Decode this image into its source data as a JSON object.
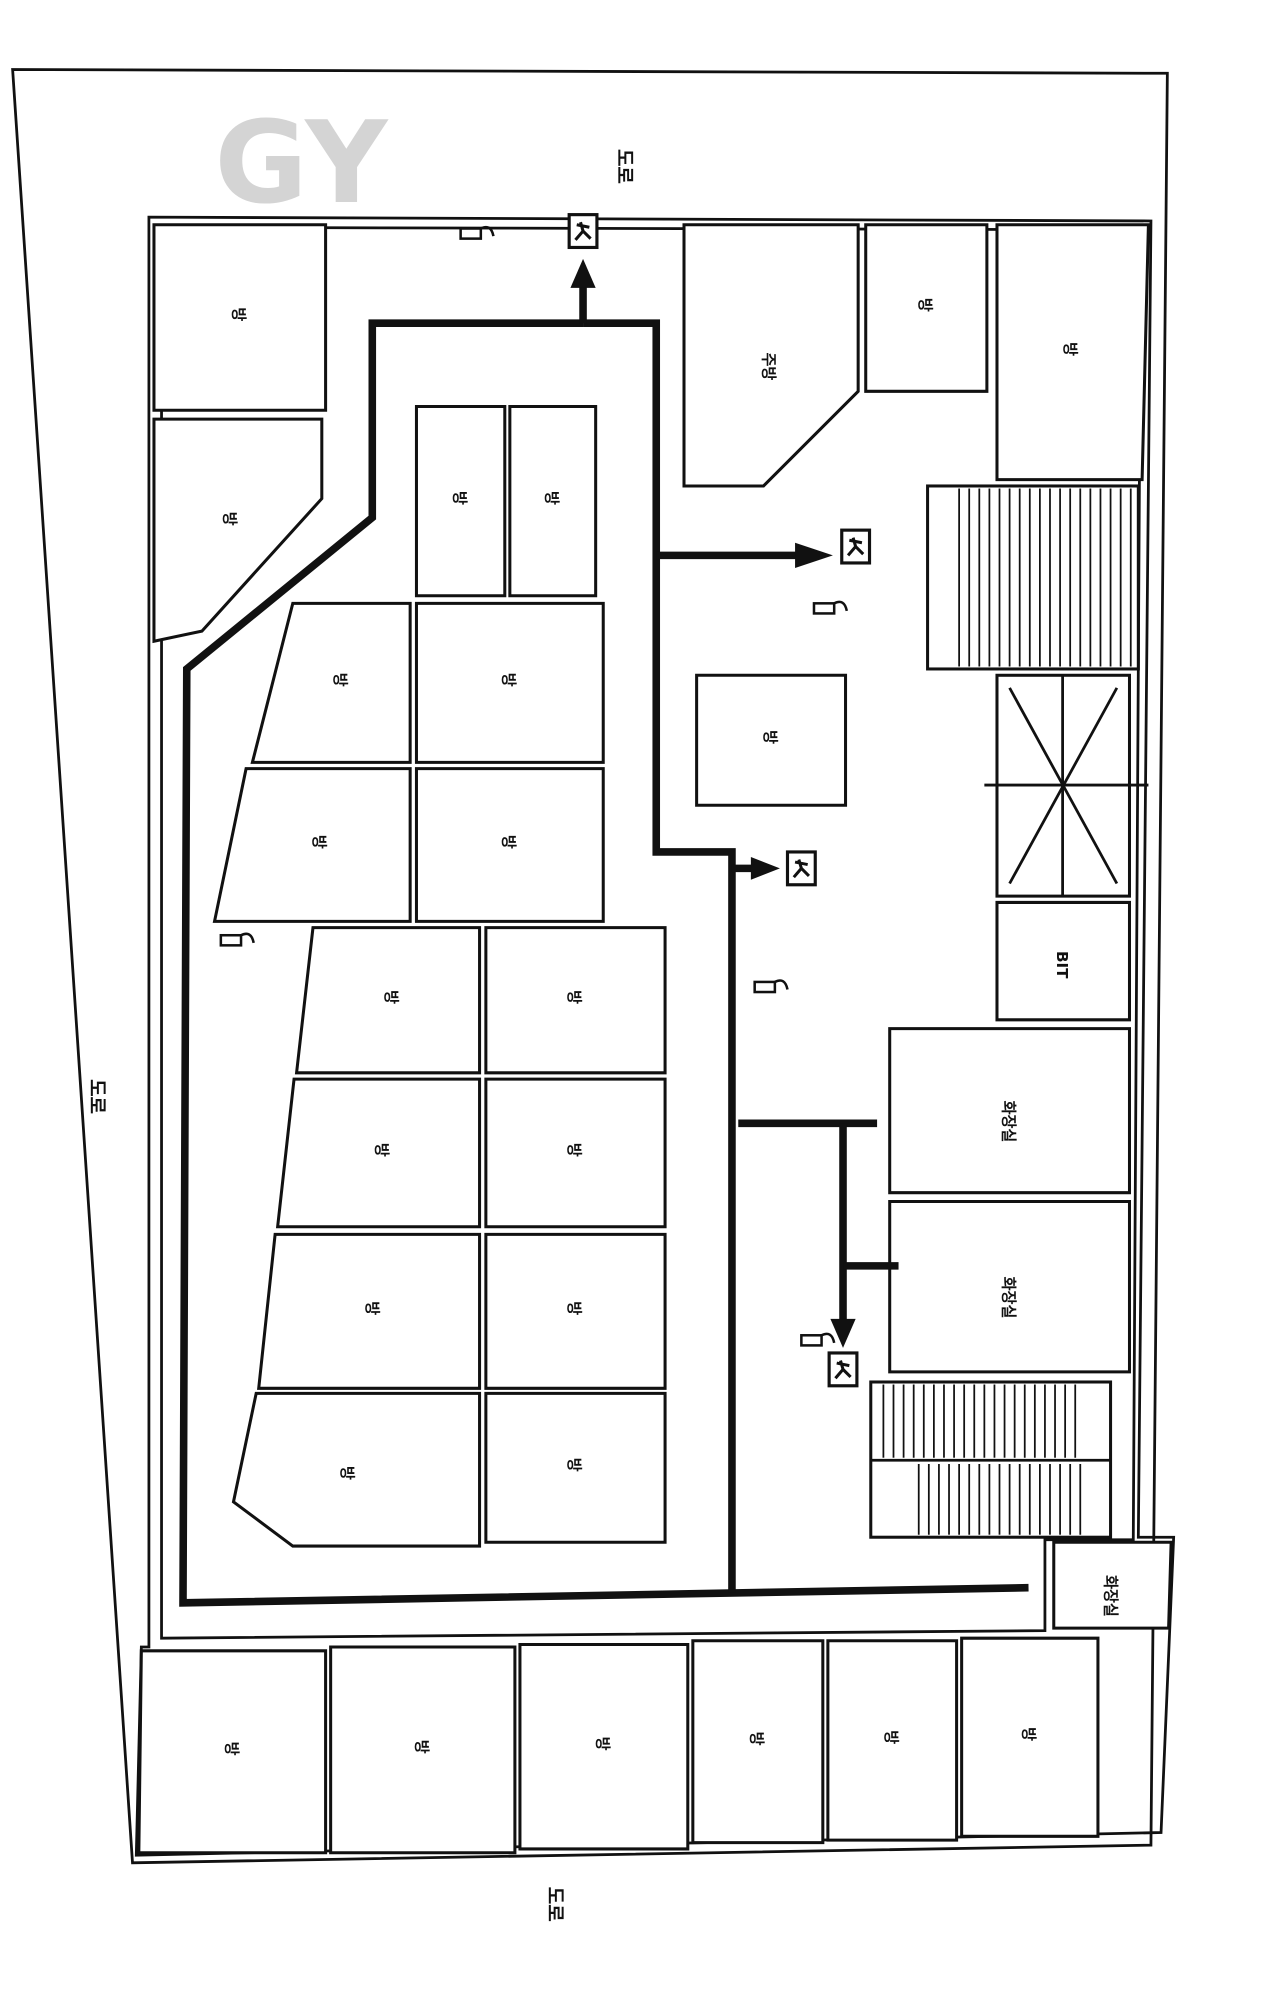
{
  "plan": {
    "roads": {
      "top": "도로",
      "left": "도로",
      "bottom": "도로"
    },
    "rooms": {
      "room": "방",
      "kitchen": "주방",
      "restroom": "화장실",
      "bit": "BIT"
    },
    "watermark": "GY",
    "icons": [
      "exit-sign-icon",
      "fire-extinguisher-icon",
      "evacuation-arrow-icon",
      "stairs-icon",
      "elevator-icon"
    ]
  }
}
